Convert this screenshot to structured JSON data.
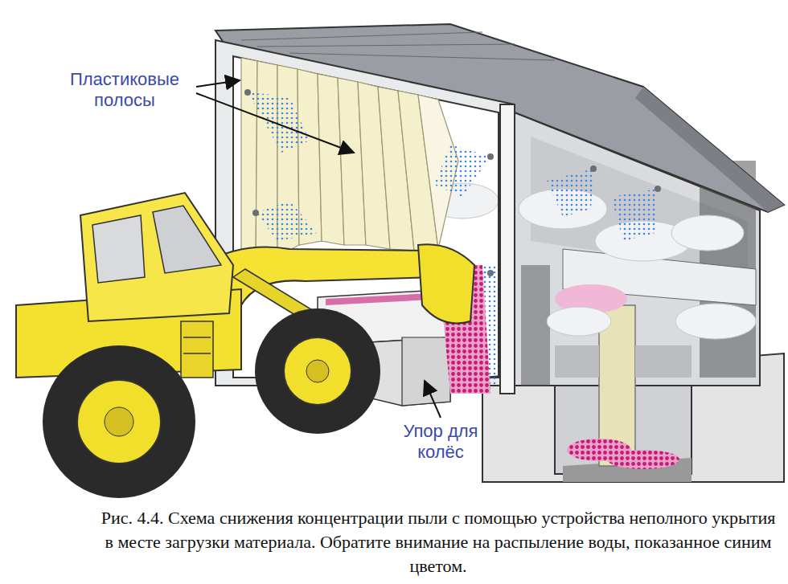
{
  "diagram": {
    "caption": "Рис. 4.4. Схема снижения концентрации пыли с помощью устройства неполного укрытия в месте загрузки материала. Обратите внимание на распыление воды, показанное синим цветом.",
    "labels": [
      "Пластиковые полосы",
      "Упор для колёс"
    ]
  }
}
